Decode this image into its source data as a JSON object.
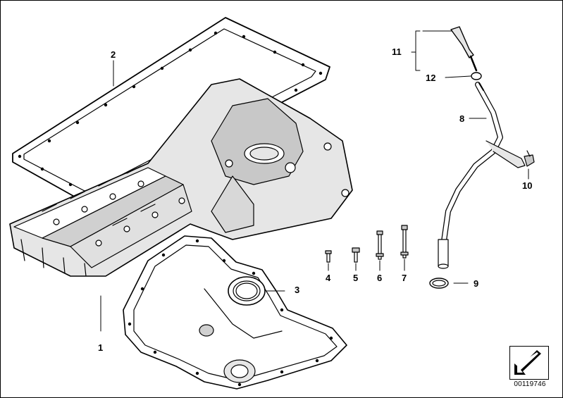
{
  "diagram": {
    "callouts": {
      "c1": "1",
      "c2": "2",
      "c3": "3",
      "c4": "4",
      "c5": "5",
      "c6": "6",
      "c7": "7",
      "c8": "8",
      "c9": "9",
      "c10": "10",
      "c11": "11",
      "c12": "12"
    },
    "reference_number": "00119746",
    "nav_icon": "arrow-icon",
    "colors": {
      "line": "#000000",
      "background": "#ffffff",
      "fill_light": "#e6e6e6",
      "fill_mid": "#c8c8c8"
    }
  }
}
